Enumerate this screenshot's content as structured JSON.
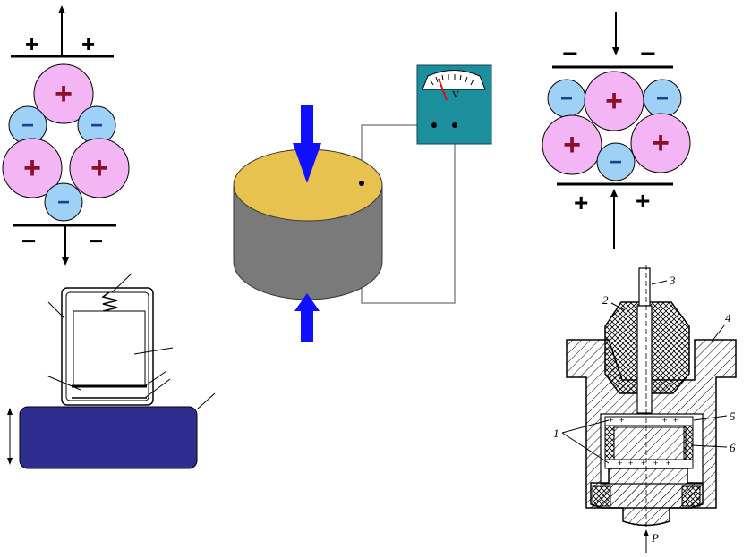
{
  "colors": {
    "positive_ion": "#f4b5f4",
    "positive_sign": "#8b0f2a",
    "negative_ion": "#9fd0f5",
    "negative_sign": "#1f3f8f",
    "crystal_top": "#e8c24e",
    "crystal_side": "#7a7a7a",
    "force_arrow": "#1010ff",
    "voltmeter_box": "#1c8f9c",
    "mass_block": "#2e2e8f"
  },
  "left_lattice": {
    "top_plate_signs": [
      "+",
      "+"
    ],
    "bottom_plate_signs": [
      "−",
      "−"
    ],
    "ion_signs": [
      "+",
      "−",
      "−",
      "+",
      "+",
      "−"
    ]
  },
  "right_lattice": {
    "top_plate_signs": [
      "−",
      "−"
    ],
    "bottom_plate_signs": [
      "+",
      "+"
    ],
    "ion_signs": [
      "−",
      "+",
      "−",
      "+",
      "−",
      "+"
    ]
  },
  "voltmeter": {
    "unit_label": "V"
  },
  "sensor_section": {
    "labels": [
      "1",
      "2",
      "3",
      "4",
      "5",
      "6"
    ],
    "force_label": "P",
    "plate_charges": [
      "+",
      "+",
      "+",
      "+",
      "+",
      "+",
      "+",
      "+",
      "+"
    ]
  },
  "icons": [
    "arrow-up-icon",
    "arrow-down-icon",
    "force-arrow-icon",
    "spring-icon",
    "voltmeter-needle-icon"
  ]
}
